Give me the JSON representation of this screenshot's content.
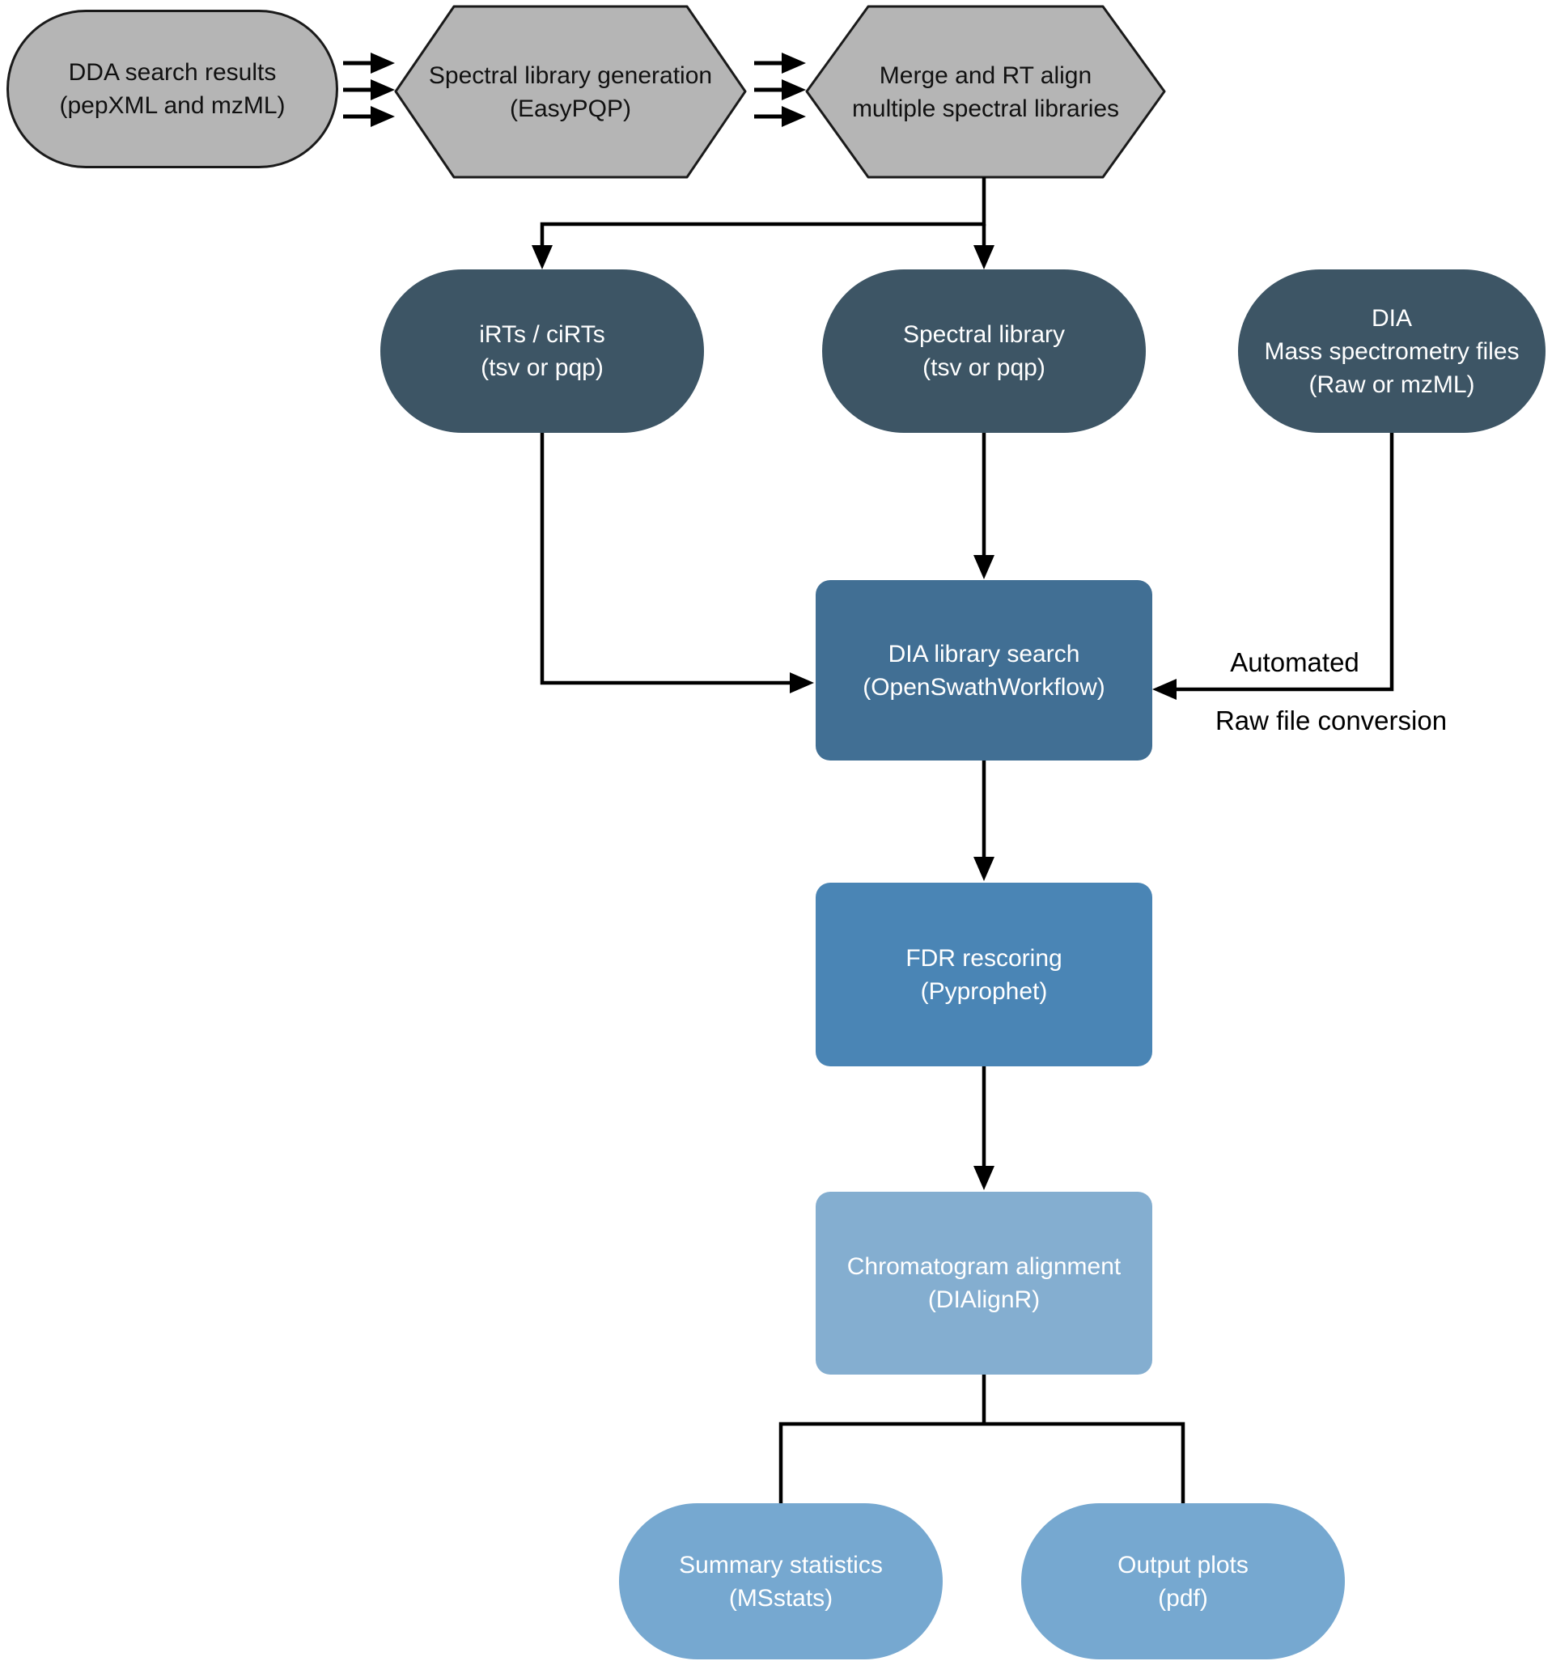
{
  "palette": {
    "gray_fill": "#b5b5b5",
    "gray_border": "#1a1a1a",
    "dark_slate": "#3d5565",
    "blue_dark": "#416f94",
    "blue_medium": "#4a85b5",
    "blue_light": "#84aed0",
    "stadium_light_blue": "#76a8d0",
    "edge_black": "#000000",
    "text_white": "#ffffff",
    "text_black": "#111111"
  },
  "nodes": {
    "dda_results": {
      "line1": "DDA search results",
      "line2": "(pepXML and mzML)"
    },
    "spectral_lib_gen": {
      "line1": "Spectral library generation",
      "line2": "(EasyPQP)"
    },
    "merge_rt_align": {
      "line1": "Merge and RT align",
      "line2": "multiple spectral libraries"
    },
    "irts": {
      "line1": "iRTs / ciRTs",
      "line2": "(tsv or pqp)"
    },
    "spectral_library": {
      "line1": "Spectral library",
      "line2": "(tsv or pqp)"
    },
    "dia_ms_files": {
      "line1": "DIA",
      "line2": "Mass spectrometry files",
      "line3": "(Raw or mzML)"
    },
    "dia_library_search": {
      "line1": "DIA library search",
      "line2": "(OpenSwathWorkflow)"
    },
    "fdr_rescoring": {
      "line1": "FDR rescoring",
      "line2": "(Pyprophet)"
    },
    "chromatogram_alignment": {
      "line1": "Chromatogram alignment",
      "line2": "(DIAlignR)"
    },
    "summary_statistics": {
      "line1": "Summary statistics",
      "line2": "(MSstats)"
    },
    "output_plots": {
      "line1": "Output plots",
      "line2": "(pdf)"
    }
  },
  "annotations": {
    "automated": "Automated",
    "raw_file_conversion": "Raw file conversion"
  }
}
